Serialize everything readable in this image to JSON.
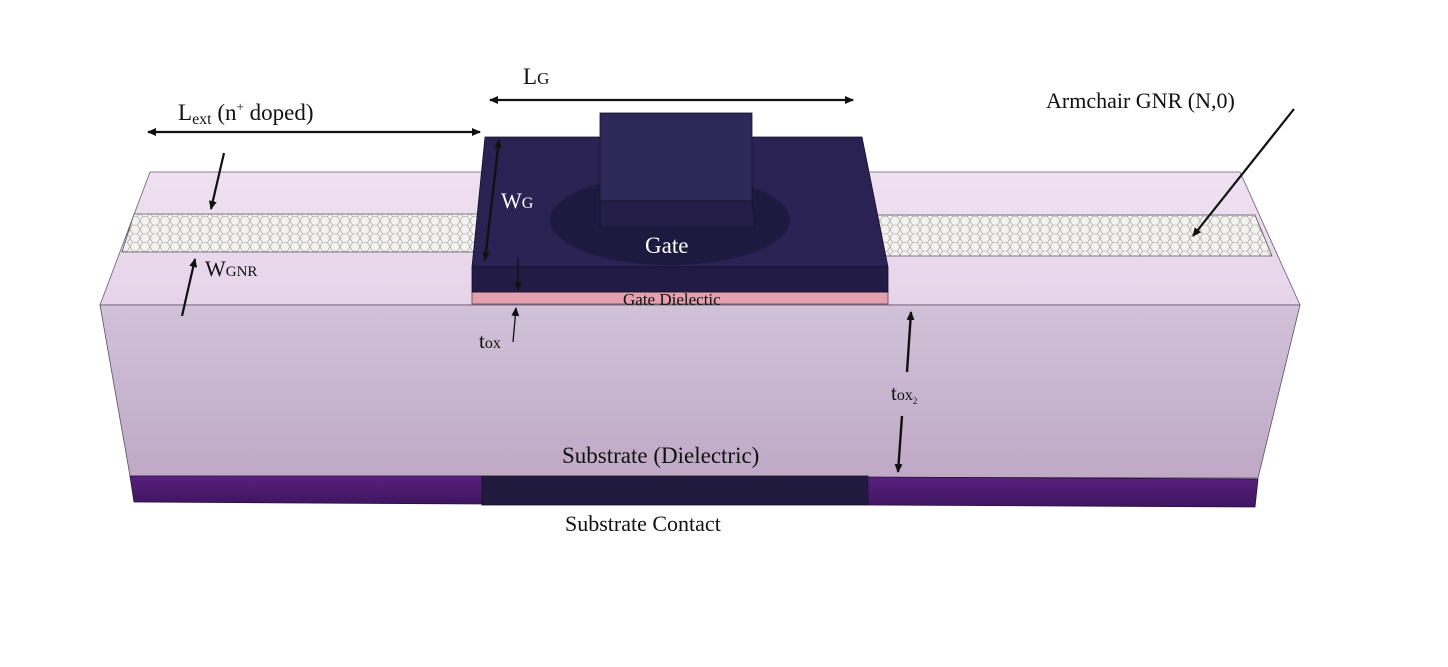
{
  "labels": {
    "lg_main": "L",
    "lg_sub": "G",
    "lext_main": "L",
    "lext_sub": "ext",
    "lext_rest_pre": " (n",
    "lext_sup": "+",
    "lext_rest_post": " doped)",
    "armchair": "Armchair GNR (N,0)",
    "wg_main": "W",
    "wg_sub": "G",
    "gate": "Gate",
    "wgnr_main": "W",
    "wgnr_sub": "GNR",
    "gate_dielectric": "Gate Dielectic",
    "tox_main": "t",
    "tox_sub": "ox",
    "tox2_main": "t",
    "tox2_sub": "ox",
    "tox2_subsub": "2",
    "substrate": "Substrate (Dielectric)",
    "substrate_contact": "Substrate Contact"
  },
  "colors": {
    "gate": "#272050",
    "gate_top": "#2e285a",
    "dielectric": "#e3a0ae",
    "substrate_front": "#cbbcd4",
    "substrate_top": "#ecdcef",
    "contact": "#4e1a72",
    "contact_center": "#1f1a3e",
    "gnr": "#f2f0ee"
  }
}
